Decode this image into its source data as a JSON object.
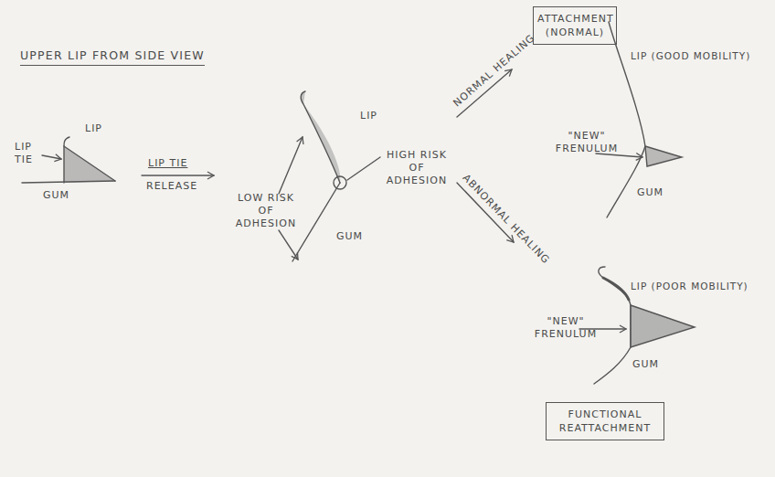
{
  "diagram": {
    "title": "UPPER LIP FROM SIDE VIEW",
    "nodes": [
      {
        "text": [
          "ATTACHMENT (NORMAL)"
        ]
      },
      {
        "text": [
          "FUNCTIONAL REATTACHMENT"
        ]
      }
    ],
    "labels": [
      "LIP",
      "LIP TIE",
      "GUM",
      "LIP TIE",
      "RELEASE",
      "LIP",
      "LOW RISK OF ADHESION",
      "HIGH RISK OF ADHESION",
      "GUM",
      "NORMAL HEALING",
      "ABNORMAL HEALING",
      "LIP (GOOD MOBILITY)",
      "\"NEW\" FRENULUM",
      "GUM",
      "LIP (POOR MOBILITY)",
      "\"NEW\" FRENULUM",
      "GUM"
    ]
  }
}
